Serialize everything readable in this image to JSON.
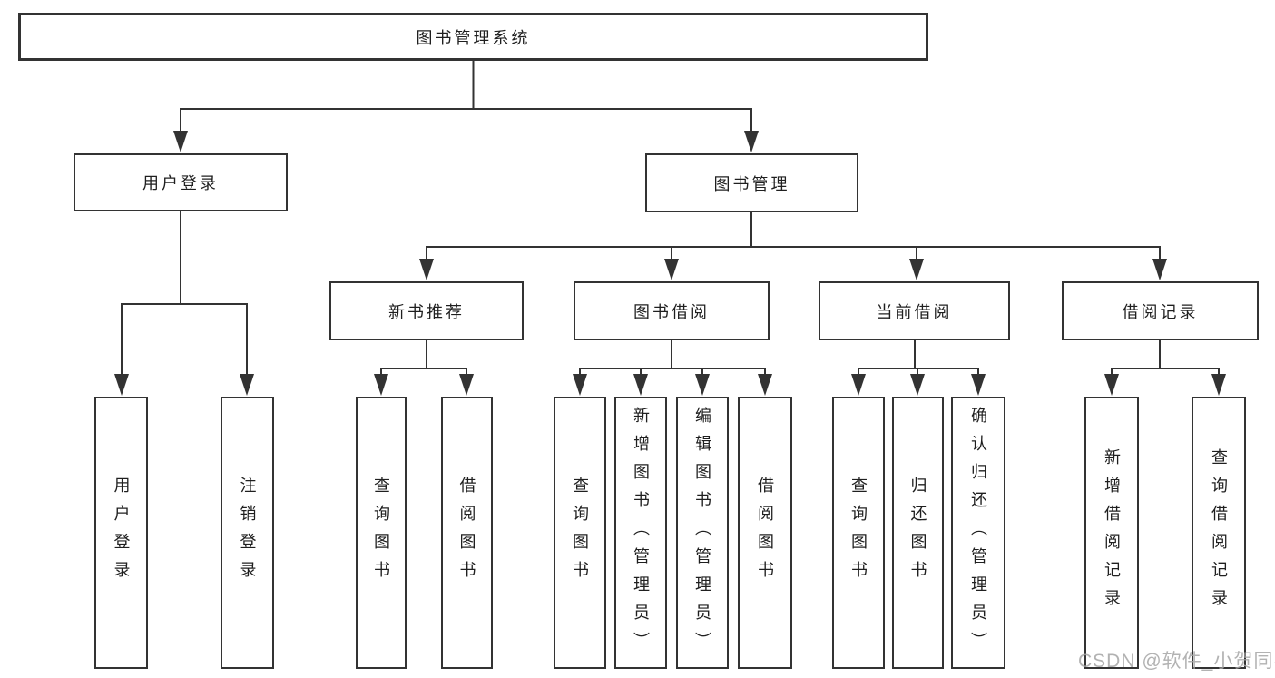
{
  "colors": {
    "line": "#333333",
    "node_border": "#333333",
    "text": "#1f1f1f",
    "background": "#ffffff",
    "watermark": "#a5a5a5"
  },
  "watermark": {
    "text": "CSDN @软件_小贺同学"
  },
  "tree": {
    "label": "图书管理系统",
    "children": [
      {
        "label": "用户登录",
        "children": [
          {
            "label": "用户登录"
          },
          {
            "label": "注销登录"
          }
        ]
      },
      {
        "label": "图书管理",
        "children": [
          {
            "label": "新书推荐",
            "children": [
              {
                "label": "查询图书"
              },
              {
                "label": "借阅图书"
              }
            ]
          },
          {
            "label": "图书借阅",
            "children": [
              {
                "label": "查询图书"
              },
              {
                "label": "新增图书（管理员）"
              },
              {
                "label": "编辑图书（管理员）"
              },
              {
                "label": "借阅图书"
              }
            ]
          },
          {
            "label": "当前借阅",
            "children": [
              {
                "label": "查询图书"
              },
              {
                "label": "归还图书"
              },
              {
                "label": "确认归还（管理员）"
              }
            ]
          },
          {
            "label": "借阅记录",
            "children": [
              {
                "label": "新增借阅记录"
              },
              {
                "label": "查询借阅记录"
              }
            ]
          }
        ]
      }
    ]
  }
}
